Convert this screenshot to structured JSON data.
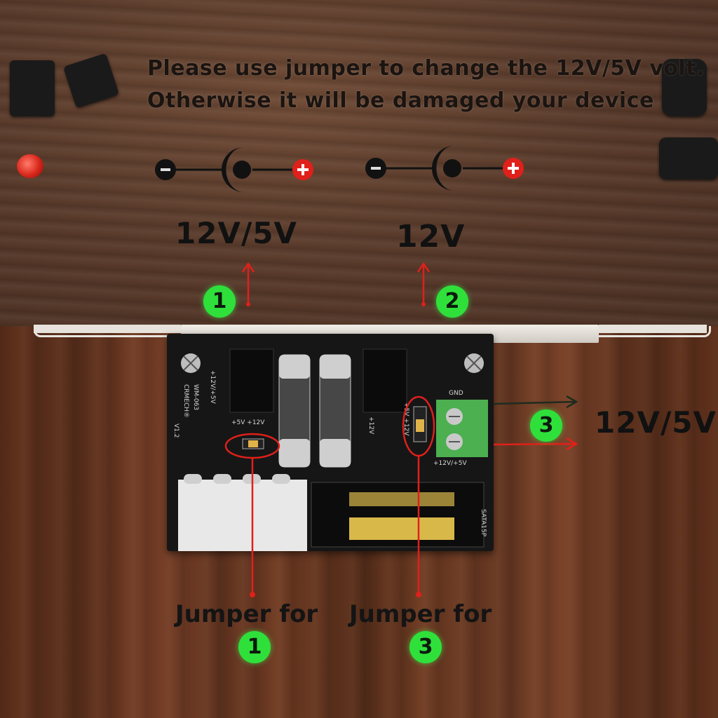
{
  "notice": {
    "line1": "Please use jumper to change the 12V/5V volt.",
    "line2": "Otherwise it will be damaged your device"
  },
  "connectors": {
    "output1_label": "12V/5V",
    "output2_label": "12V",
    "output3_label": "12V/5V"
  },
  "badges": {
    "one": "1",
    "two": "2",
    "three": "3"
  },
  "board": {
    "model": "WM-063",
    "maker": "CRMECH®",
    "version": "V1.2",
    "rail_label": "+12V/+5V",
    "jumper1_options": "+5V  +12V",
    "jumper3_options": "+5V +12V",
    "dc2_label": "+12V",
    "terminal_gnd": "GND",
    "terminal_out": "+12V/+5V",
    "sata_label": "SATA15P"
  },
  "callouts": {
    "jumper1": "Jumper for",
    "jumper3": "Jumper for"
  },
  "colors": {
    "badge": "#2fe03b",
    "arrow_red": "#e0201a",
    "arrow_dark": "#1f2b1f",
    "terminal": "#4caf50"
  }
}
